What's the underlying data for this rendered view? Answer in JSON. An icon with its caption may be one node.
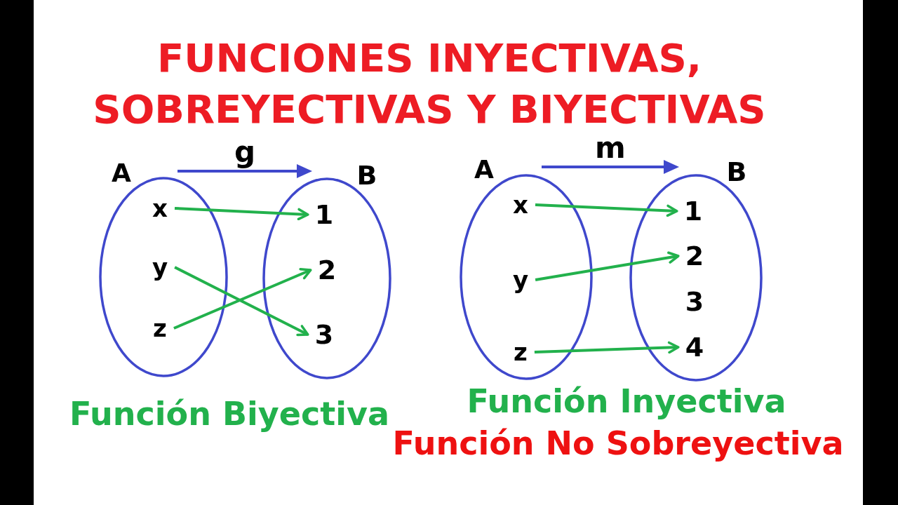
{
  "diagram": {
    "title": "FUNCIONES INYECTIVAS, SOBREYECTIVAS Y BIYECTIVAS",
    "nodes": [
      {
        "text": [
          "A"
        ]
      },
      {
        "text": [
          "x"
        ],
        "in": 0
      },
      {
        "text": [
          "y"
        ],
        "in": 0
      },
      {
        "text": [
          "z"
        ],
        "in": 0
      },
      {
        "text": [
          "B"
        ]
      },
      {
        "text": [
          "1"
        ],
        "in": 4
      },
      {
        "text": [
          "2"
        ],
        "in": 4
      },
      {
        "text": [
          "3"
        ],
        "in": 4
      },
      {
        "text": [
          "A"
        ]
      },
      {
        "text": [
          "x"
        ],
        "in": 8
      },
      {
        "text": [
          "y"
        ],
        "in": 8
      },
      {
        "text": [
          "z"
        ],
        "in": 8
      },
      {
        "text": [
          "B"
        ]
      },
      {
        "text": [
          "1"
        ],
        "in": 12
      },
      {
        "text": [
          "2"
        ],
        "in": 12
      },
      {
        "text": [
          "3"
        ],
        "in": 12
      },
      {
        "text": [
          "4"
        ],
        "in": 12
      }
    ],
    "edges": [
      {
        "from": 0,
        "to": 4,
        "arrow": "to",
        "label": "g",
        "color": "#3f48cc"
      },
      {
        "from": 1,
        "to": 5,
        "arrow": "to"
      },
      {
        "from": 2,
        "to": 7,
        "arrow": "to"
      },
      {
        "from": 3,
        "to": 6,
        "arrow": "to"
      },
      {
        "from": 8,
        "to": 12,
        "arrow": "to",
        "label": "m",
        "color": "#3f48cc"
      },
      {
        "from": 9,
        "to": 13,
        "arrow": "to"
      },
      {
        "from": 10,
        "to": 14,
        "arrow": "to"
      },
      {
        "from": 11,
        "to": 16,
        "arrow": "to"
      }
    ],
    "labels": [
      "Función Biyectiva",
      "Función Inyectiva",
      "Función No Sobreyectiva"
    ]
  }
}
